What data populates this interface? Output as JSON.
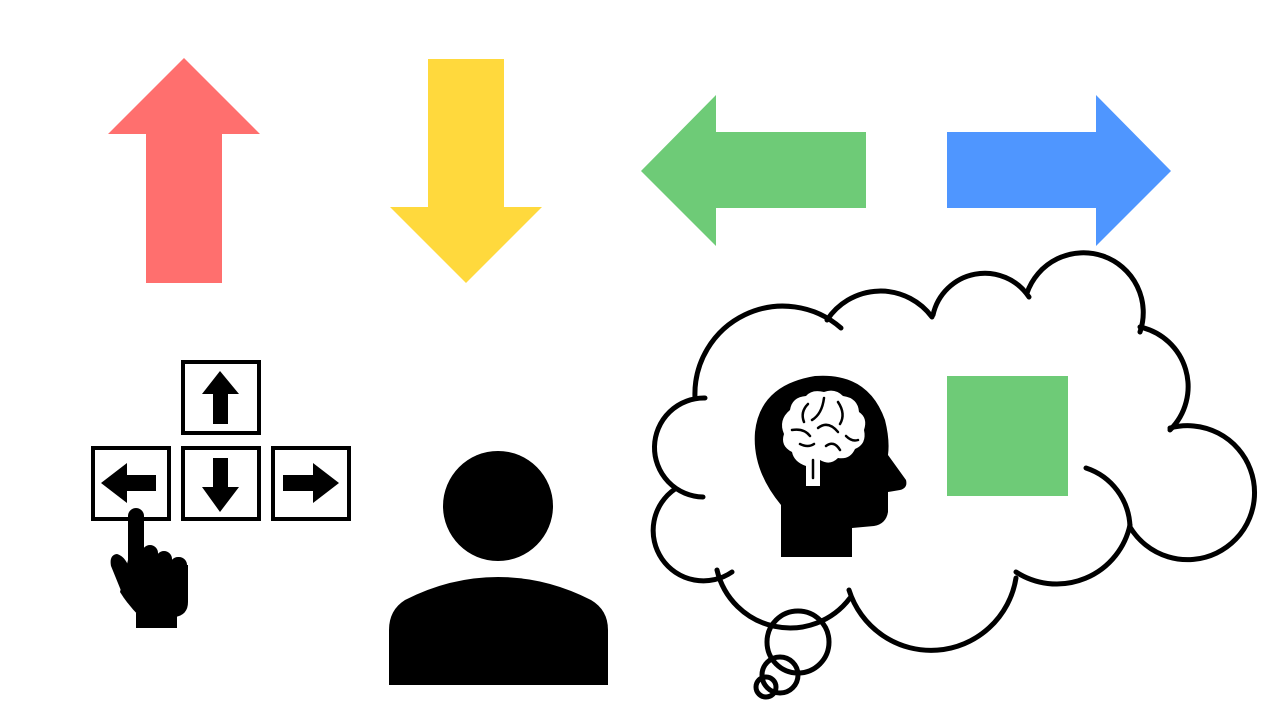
{
  "colors": {
    "background": "#ffffff",
    "up_arrow": "#ff6f6e",
    "down_arrow": "#ffd93d",
    "left_arrow": "#6ecb77",
    "right_arrow": "#4f96ff",
    "thought_square": "#6ecb77",
    "ink": "#000000"
  },
  "arrows": [
    {
      "direction": "up",
      "color_key": "up_arrow"
    },
    {
      "direction": "down",
      "color_key": "down_arrow"
    },
    {
      "direction": "left",
      "color_key": "left_arrow"
    },
    {
      "direction": "right",
      "color_key": "right_arrow"
    }
  ],
  "keypad": {
    "keys": [
      "up",
      "left",
      "down",
      "right"
    ],
    "pressed_key": "left",
    "pointer_icon": "pointing-hand-icon"
  },
  "person_icon": "person-icon",
  "thought_bubble": {
    "icon": "brain-head-icon",
    "content_shape": "square",
    "content_color_key": "thought_square"
  }
}
